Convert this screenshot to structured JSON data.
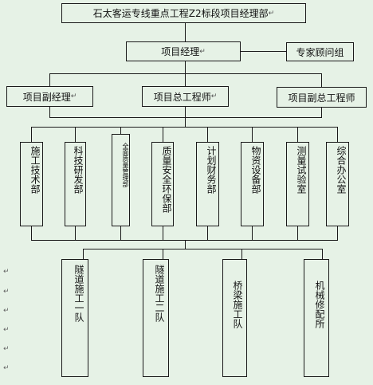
{
  "title": "石太客运专线重点工程Z2标段项目经理部",
  "manager": "项目经理",
  "advisor": "专家顾问组",
  "deputy_manager": "项目副经理",
  "chief_engineer": "项目总工程师",
  "deputy_chief_engineer": "项目副总工程师",
  "departments": [
    "施工技术部",
    "科技研发部",
    "全面质量管理部",
    "质量安全环保部",
    "计划财务部",
    "物资设备部",
    "测量试验室",
    "综合办公室"
  ],
  "teams": [
    "隧道施工一队",
    "隧道施工二队",
    "桥梁施工队",
    "机械修配所"
  ],
  "paragraph_mark": "↵",
  "colors": {
    "background": "#e6f2e6",
    "line": "#1a1a1a"
  }
}
